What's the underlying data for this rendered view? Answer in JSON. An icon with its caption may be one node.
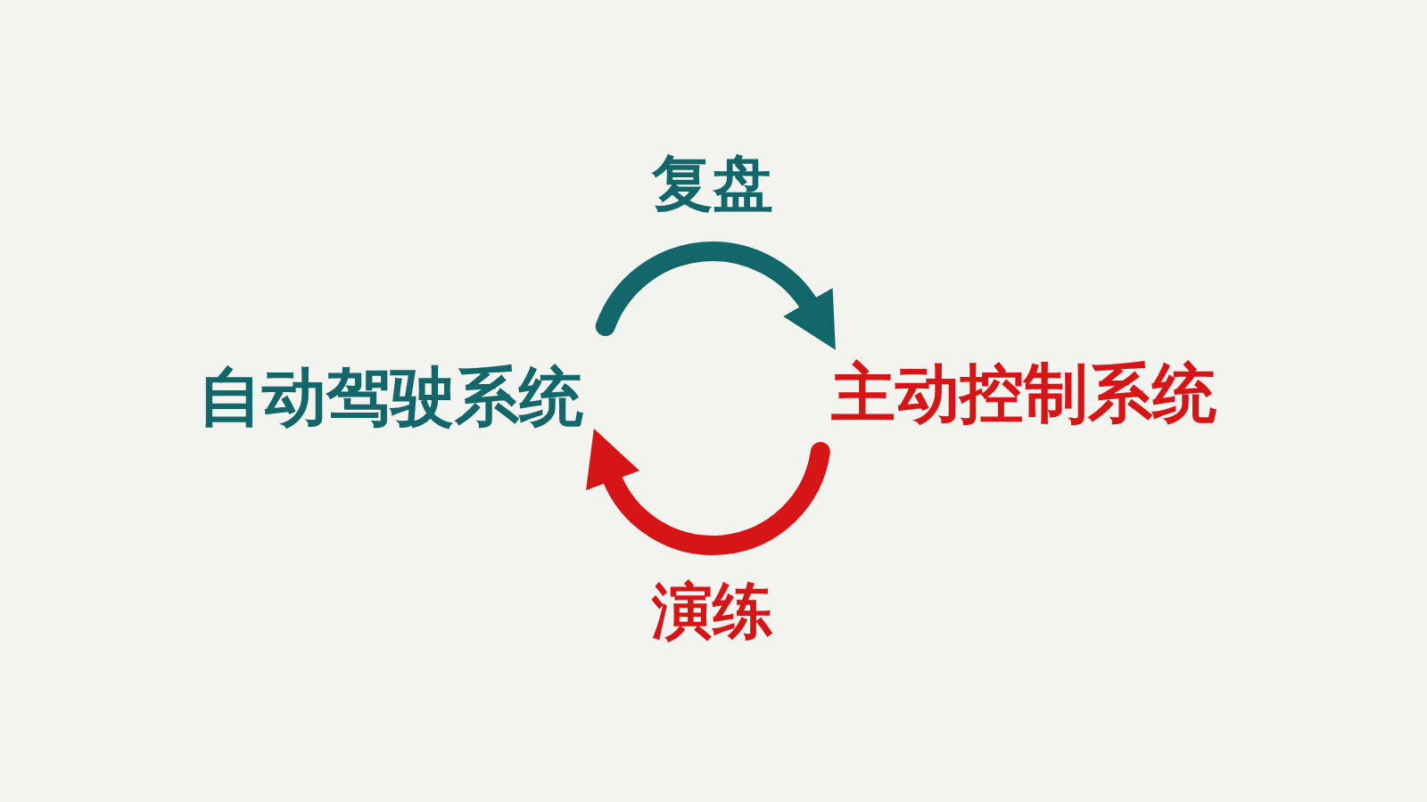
{
  "diagram": {
    "nodes": [
      {
        "text": [
          "自动驾驶系统"
        ]
      },
      {
        "text": [
          "主动控制系统"
        ]
      }
    ],
    "edges": [
      {
        "from": 0,
        "to": 1,
        "arrow": "to",
        "label": "复盘",
        "color": "#13676a"
      },
      {
        "from": 1,
        "to": 0,
        "arrow": "to",
        "label": "演练",
        "color": "#d61517"
      }
    ]
  }
}
